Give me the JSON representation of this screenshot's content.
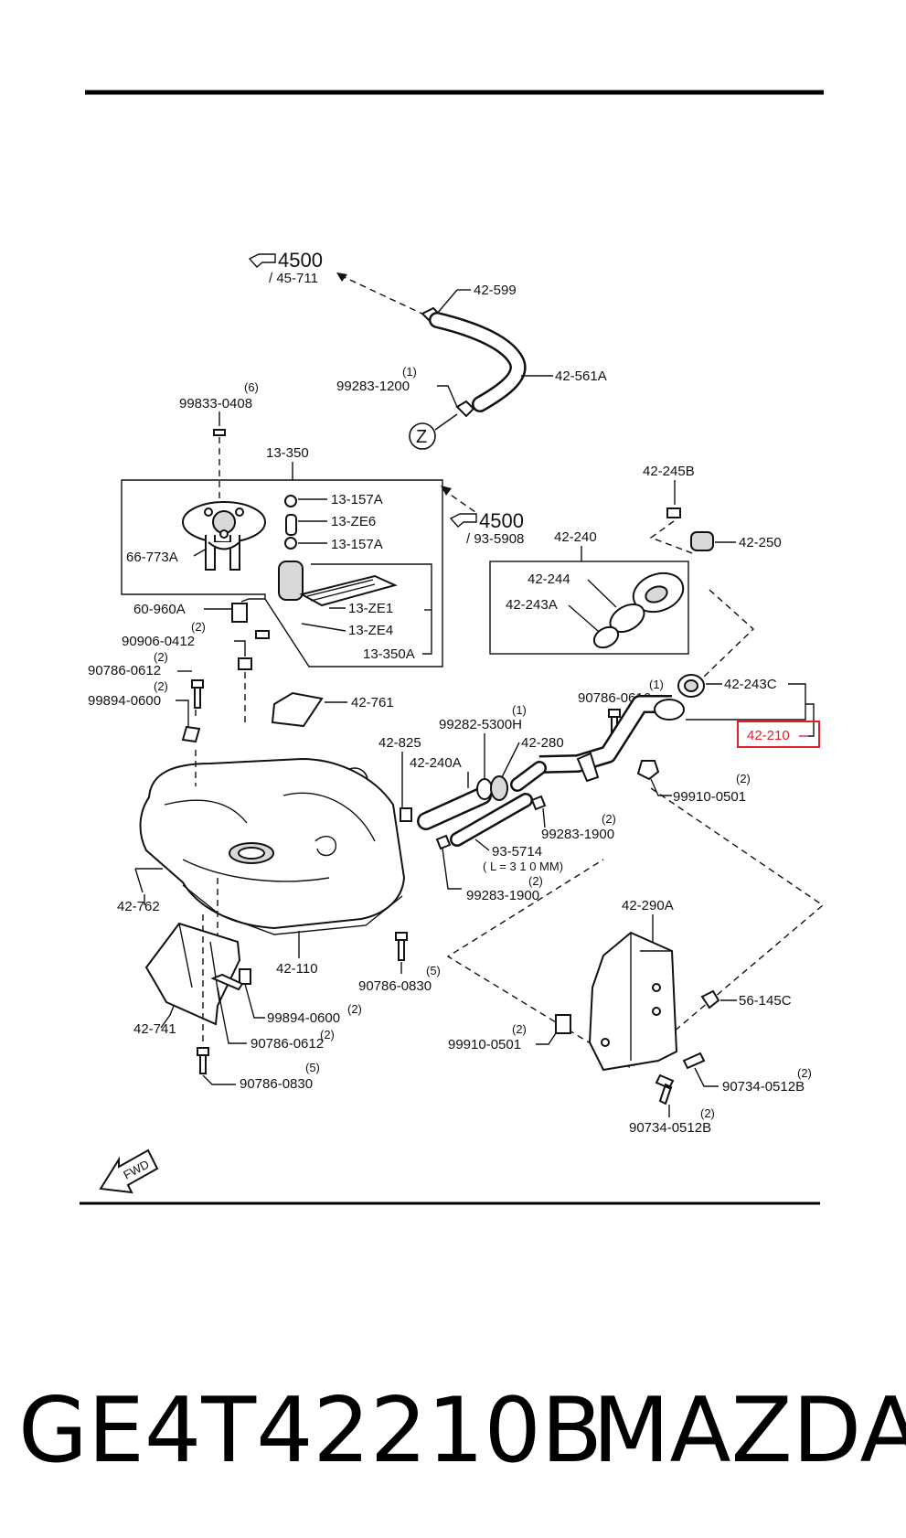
{
  "labels": {
    "ref_4500_a": "4500",
    "ref_45_711": "/ 45-711",
    "p42_599": "42-599",
    "p42_561A": "42-561A",
    "p99283_1200": "99283-1200",
    "q1_99283": "(1)",
    "zone_z": "Z",
    "q6_99833": "(6)",
    "p99833_0408": "99833-0408",
    "p13_350": "13-350",
    "p13_157A_1": "13-157A",
    "p13_ZE6": "13-ZE6",
    "p13_157A_2": "13-157A",
    "p66_773A": "66-773A",
    "p13_ZE1": "13-ZE1",
    "p13_ZE4": "13-ZE4",
    "p13_350A": "13-350A",
    "ref_4500_b": "4500",
    "ref_93_5908": "/ 93-5908",
    "p42_245B": "42-245B",
    "p42_250": "42-250",
    "p42_240": "42-240",
    "p42_244": "42-244",
    "p42_243A": "42-243A",
    "p60_960A": "60-960A",
    "q2_90906": "(2)",
    "p90906_0412": "90906-0412",
    "q2_90786a": "(2)",
    "p90786_0612_a": "90786-0612",
    "q2_99894a": "(2)",
    "p99894_0600_a": "99894-0600",
    "p42_761": "42-761",
    "q1_90786_0616": "(1)",
    "p90786_0616": "90786-0616",
    "p42_243C": "42-243C",
    "p42_210": "42-210",
    "q1_99282": "(1)",
    "p99282_5300H": "99282-5300H",
    "p42_825": "42-825",
    "p42_280": "42-280",
    "p42_240A": "42-240A",
    "q2_99910a": "(2)",
    "p99910_0501_a": "99910-0501",
    "q2_99283_1900a": "(2)",
    "p99283_1900_a": "99283-1900",
    "p93_5714": "93-5714",
    "len_note": "( L = 3 1 0 MM)",
    "q2_99283_1900b": "(2)",
    "p99283_1900_b": "99283-1900",
    "p42_762": "42-762",
    "p42_290A": "42-290A",
    "p42_110": "42-110",
    "p90786_0830_a": "90786-0830",
    "q5_90786_0830a": "(5)",
    "p56_145C": "56-145C",
    "p42_741": "42-741",
    "q2_99894b": "(2)",
    "p99894_0600_b": "99894-0600",
    "q2_99910b": "(2)",
    "p99910_0501_b": "99910-0501",
    "q2_90786b": "(2)",
    "p90786_0612_b": "90786-0612",
    "q2_90734a": "(2)",
    "p90734_0512B_a": "90734-0512B",
    "q5_90786_0830b": "(5)",
    "p90786_0830_b": "90786-0830",
    "q2_90734b": "(2)",
    "p90734_0512B_b": "90734-0512B",
    "fwd": "FWD"
  },
  "footer": {
    "part_number": "GE4T42210B",
    "brand": "MAZDA"
  },
  "colors": {
    "highlight": "#e0202a",
    "ink": "#111111"
  }
}
